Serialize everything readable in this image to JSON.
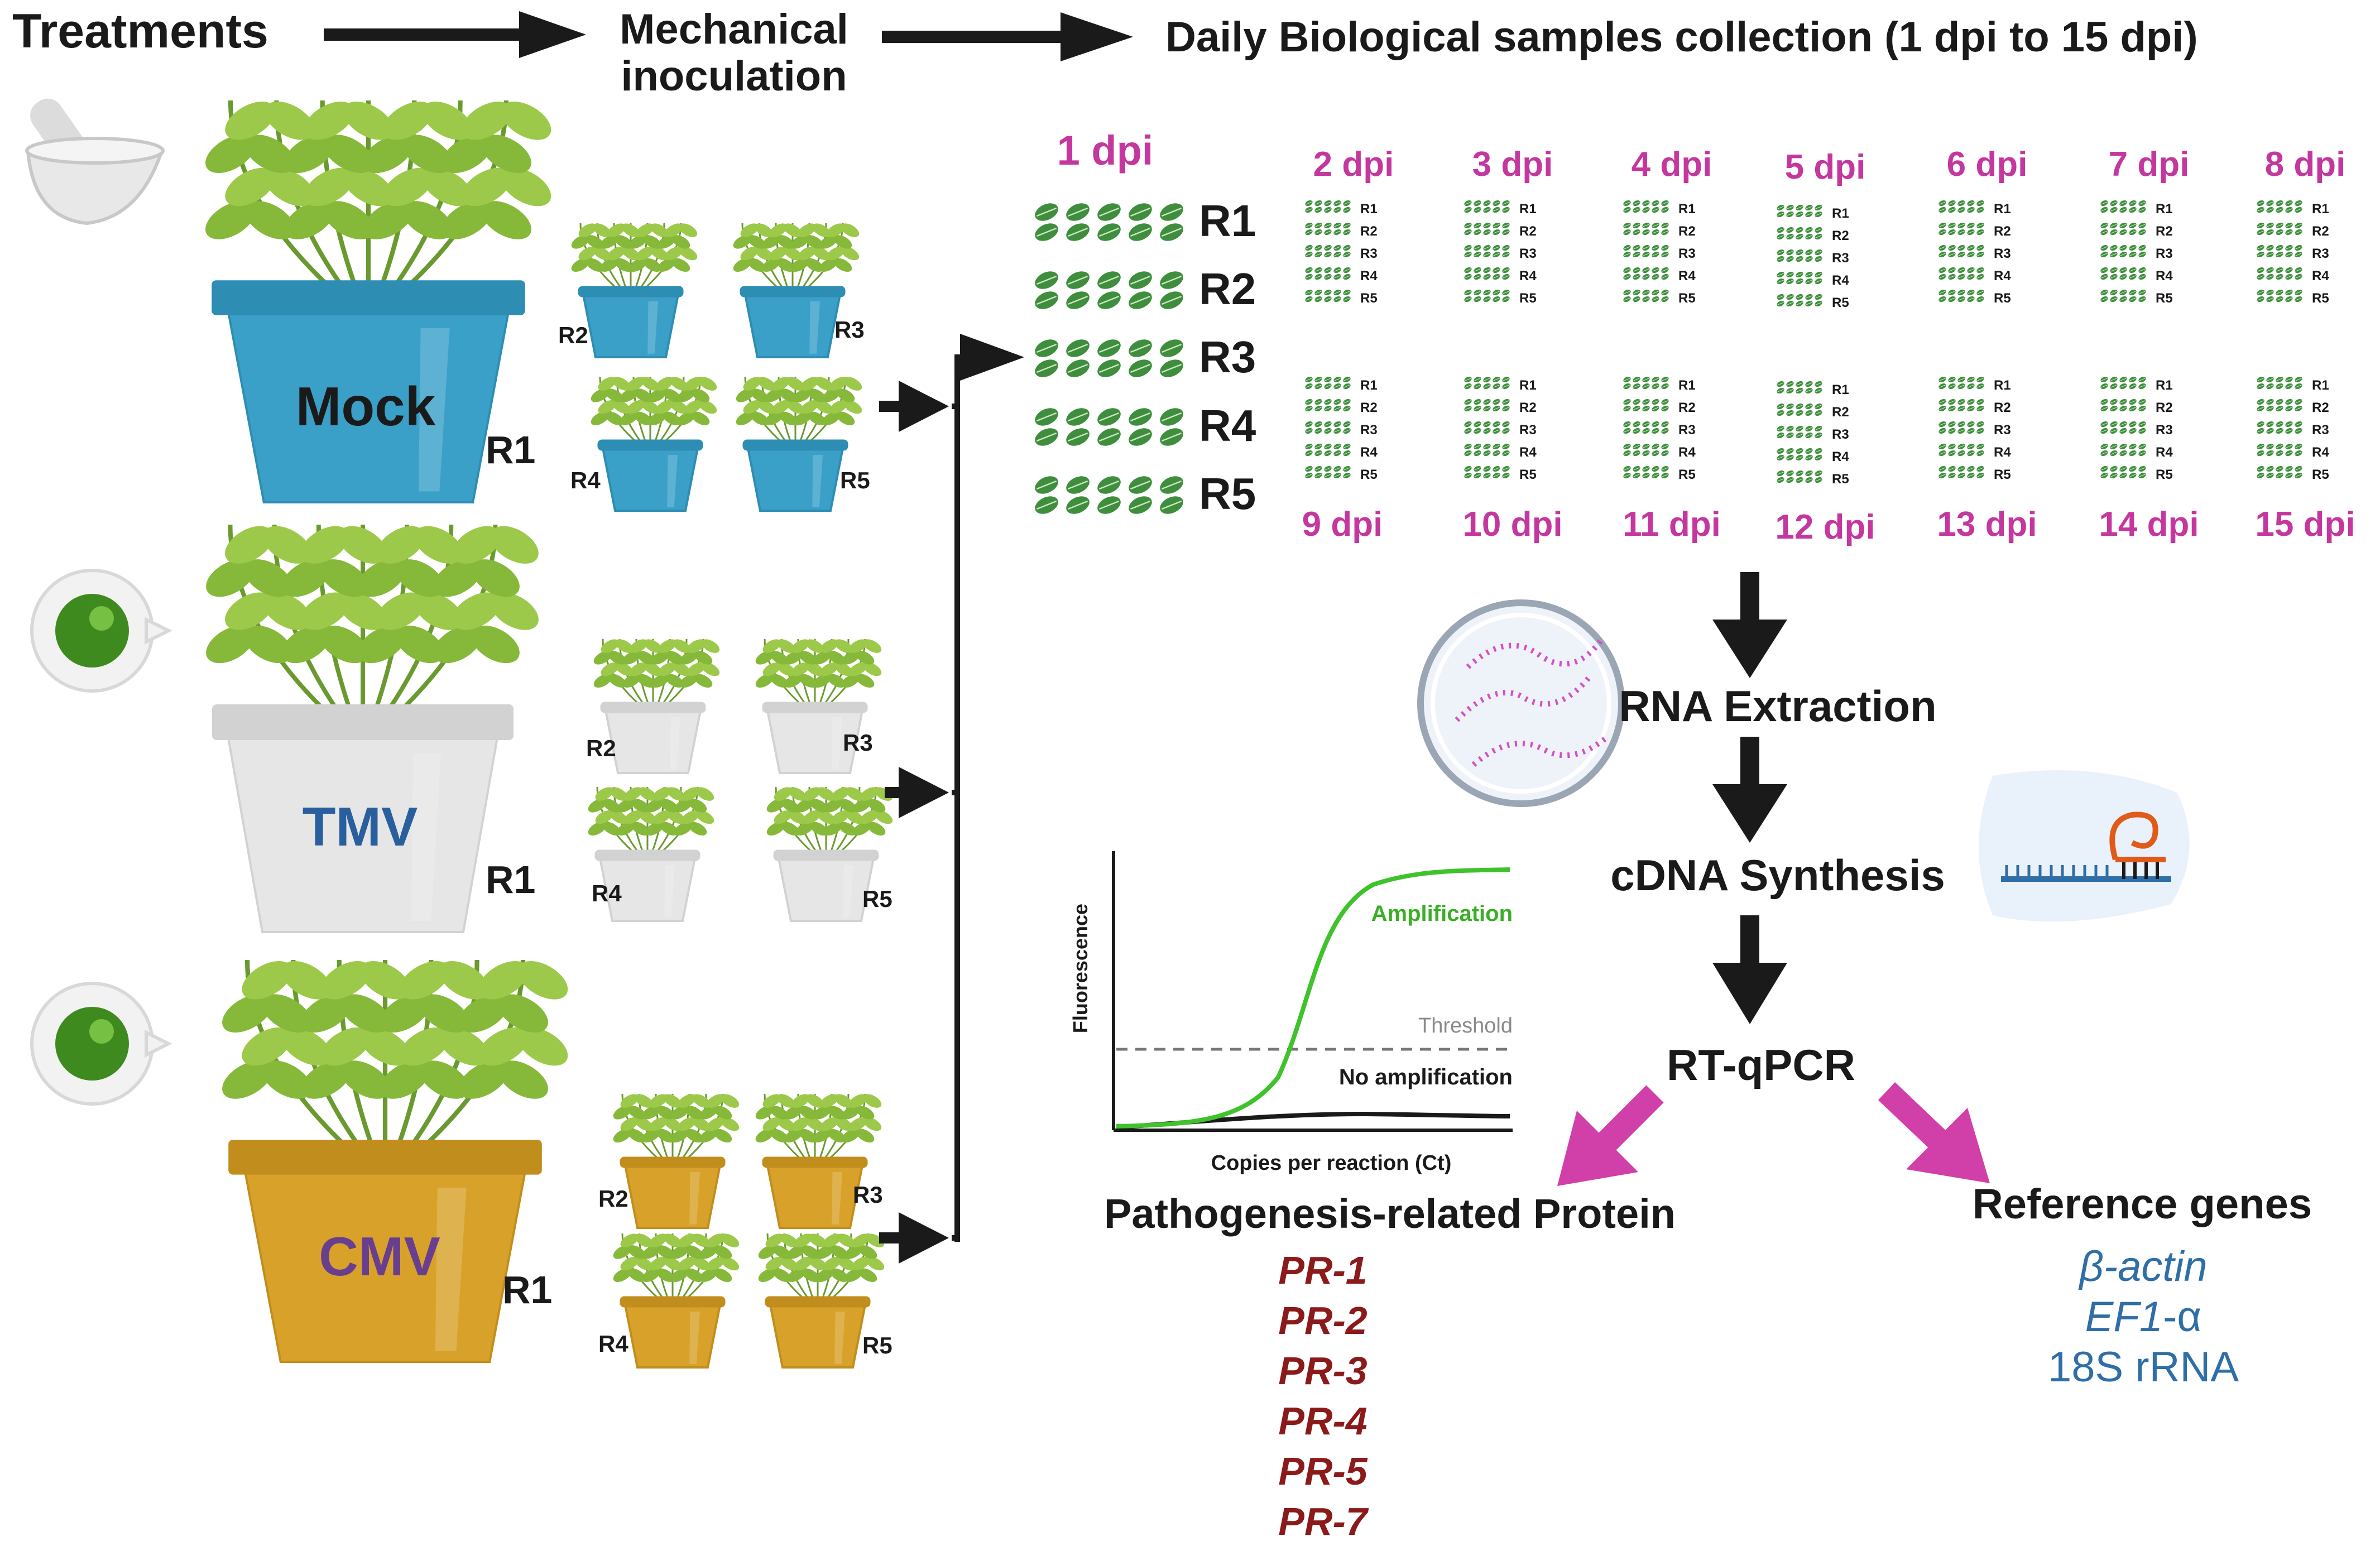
{
  "header": {
    "treatments": "Treatments",
    "inoculation_line1": "Mechanical",
    "inoculation_line2": "inoculation",
    "collection": "Daily Biological samples collection (1 dpi to 15 dpi)"
  },
  "treatments": [
    {
      "name": "Mock",
      "rep_main": "R1",
      "reps": [
        "R2",
        "R3",
        "R4",
        "R5"
      ],
      "pot_color": "#3aa0c8",
      "rim_color": "#2d8db3"
    },
    {
      "name": "TMV",
      "rep_main": "R1",
      "reps": [
        "R2",
        "R3",
        "R4",
        "R5"
      ],
      "pot_color": "#e6e6e6",
      "rim_color": "#d2d2d2"
    },
    {
      "name": "CMV",
      "rep_main": "R1",
      "reps": [
        "R2",
        "R3",
        "R4",
        "R5"
      ],
      "pot_color": "#d8a22a",
      "rim_color": "#c18d1c"
    }
  ],
  "day1": {
    "label": "1 dpi",
    "reps": [
      "R1",
      "R2",
      "R3",
      "R4",
      "R5"
    ]
  },
  "days_top": [
    "2 dpi",
    "3 dpi",
    "4 dpi",
    "5 dpi",
    "6 dpi",
    "7 dpi",
    "8 dpi"
  ],
  "days_bottom": [
    "9 dpi",
    "10 dpi",
    "11 dpi",
    "12 dpi",
    "13 dpi",
    "14 dpi",
    "15 dpi"
  ],
  "mini_reps": [
    "R1",
    "R2",
    "R3",
    "R4",
    "R5"
  ],
  "steps": {
    "rna": "RNA Extraction",
    "cdna": "cDNA Synthesis",
    "rtqpcr": "RT-qPCR"
  },
  "qpcr_chart": {
    "amplification": "Amplification",
    "threshold": "Threshold",
    "no_amplification": "No amplification",
    "ylabel": "Fluorescence",
    "xlabel": "Copies per reaction (Ct)"
  },
  "pr": {
    "title": "Pathogenesis-related Protein",
    "genes": [
      "PR-1",
      "PR-2",
      "PR-3",
      "PR-4",
      "PR-5",
      "PR-7"
    ]
  },
  "reference": {
    "title": "Reference genes",
    "gene1": "β-actin",
    "gene2_italic": "EF1",
    "gene2_rest": "-α",
    "gene3": "18S rRNA"
  },
  "colors": {
    "dpi": "#c4379f",
    "pr_gene": "#8b1a1a",
    "ref_gene": "#2f6ea6",
    "leaf": "#3e8e3e",
    "plant": "#8ebf3f",
    "pink_arrow": "#d040a8",
    "curve": "#3fc22b"
  }
}
